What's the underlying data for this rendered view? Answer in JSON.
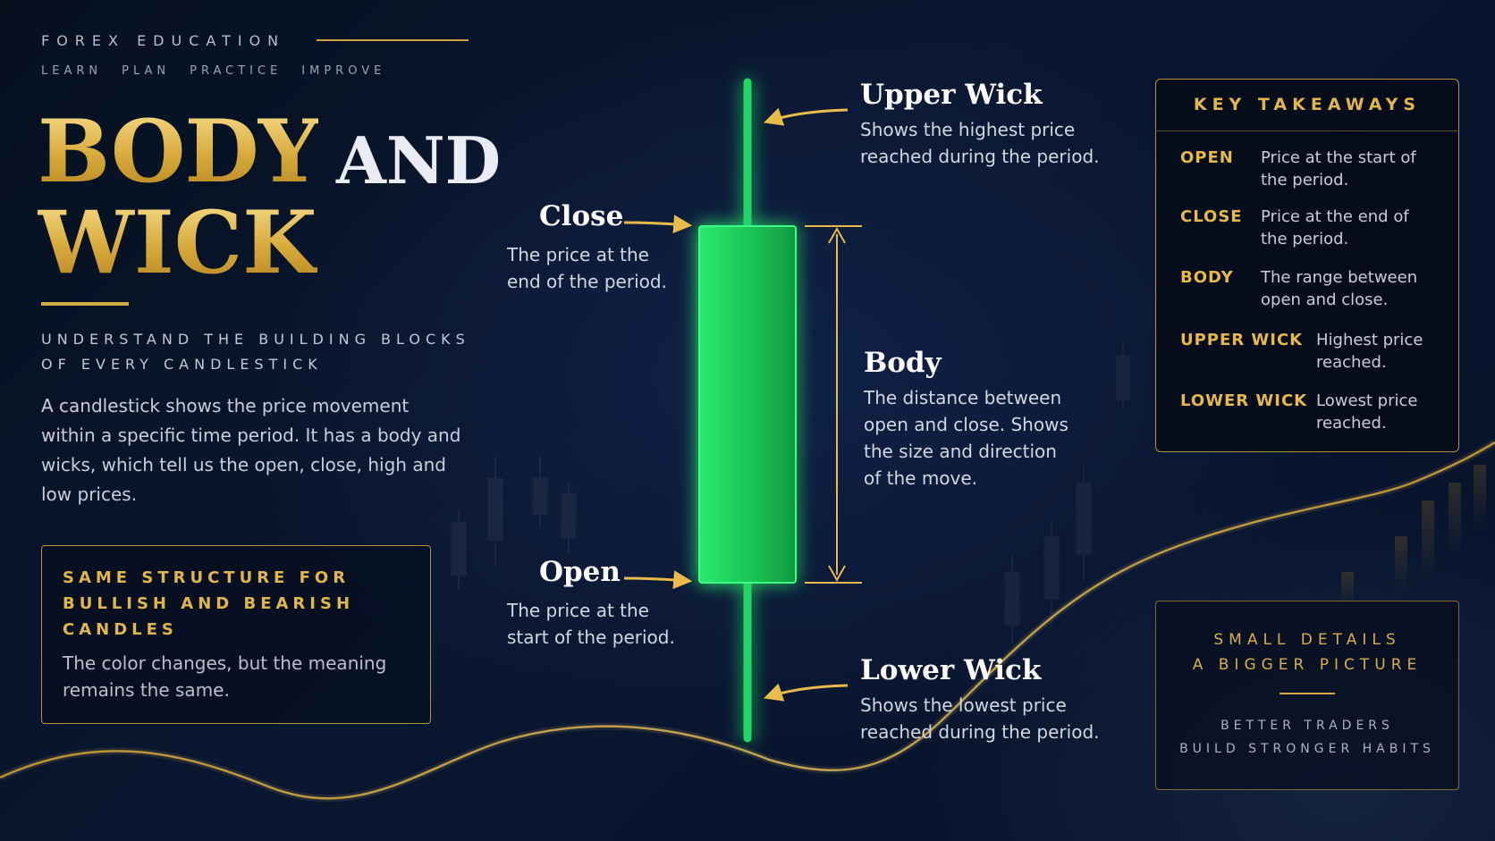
{
  "header": {
    "brand": "FOREX EDUCATION",
    "tagline": [
      "LEARN",
      "PLAN",
      "PRACTICE",
      "IMPROVE"
    ]
  },
  "title": {
    "word1": "BODY",
    "word2": "AND",
    "word3": "WICK"
  },
  "subtitle": "UNDERSTAND THE BUILDING BLOCKS OF EVERY CANDLESTICK",
  "intro": "A candlestick shows the price movement within a specific time period. It has a body and wicks, which tell us the open, close, high and low prices.",
  "note": {
    "heading": "SAME STRUCTURE FOR BULLISH AND BEARISH CANDLES",
    "text": "The color changes, but the meaning remains the same."
  },
  "candle": {
    "upper_wick": {
      "title": "Upper Wick",
      "desc": "Shows the highest price reached during the period."
    },
    "close": {
      "title": "Close",
      "desc": "The price at the end of the period."
    },
    "body": {
      "title": "Body",
      "desc": "The distance between open and close. Shows the size and direction of the move."
    },
    "open": {
      "title": "Open",
      "desc": "The price at the start of the period."
    },
    "lower_wick": {
      "title": "Lower Wick",
      "desc": "Shows the lowest price reached during the period."
    }
  },
  "takeaways": {
    "title": "KEY TAKEAWAYS",
    "items": [
      {
        "key": "OPEN",
        "value": "Price at the start of the period."
      },
      {
        "key": "CLOSE",
        "value": "Price at the end of the period."
      },
      {
        "key": "BODY",
        "value": "The range between open and close."
      },
      {
        "key": "UPPER WICK",
        "value": "Highest price reached."
      },
      {
        "key": "LOWER WICK",
        "value": "Lowest price reached."
      }
    ]
  },
  "footer_box": {
    "line1": "SMALL DETAILS",
    "line2": "A BIGGER PICTURE",
    "line3": "BETTER TRADERS",
    "line4": "BUILD STRONGER HABITS"
  },
  "colors": {
    "gold": "#d4aa45",
    "candle_green": "#22d864",
    "background": "#0a1731"
  }
}
